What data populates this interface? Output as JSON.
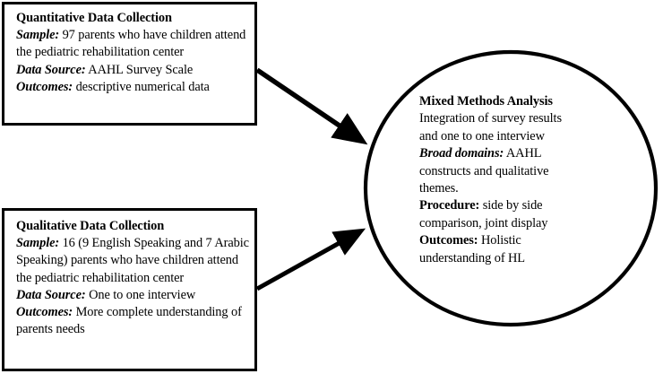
{
  "diagram": {
    "type": "mixed-methods-convergent-design",
    "nodes": {
      "quantitative": {
        "shape": "rectangle",
        "title": "Quantitative Data Collection",
        "rows": [
          {
            "label": "Sample:",
            "label_style": "bold-italic",
            "value": "97 parents who have children attend the pediatric rehabilitation center"
          },
          {
            "label": "Data Source:",
            "label_style": "bold-italic",
            "value": "AAHL Survey Scale"
          },
          {
            "label": "Outcomes:",
            "label_style": "bold-italic",
            "value": "descriptive numerical data"
          }
        ]
      },
      "qualitative": {
        "shape": "rectangle",
        "title": "Qualitative Data Collection",
        "rows": [
          {
            "label": "Sample:",
            "label_style": "bold-italic",
            "value": "16 (9 English Speaking and 7 Arabic Speaking) parents who have children attend the pediatric rehabilitation center"
          },
          {
            "label": "Data Source:",
            "label_style": "bold-italic",
            "value": "One to one interview"
          },
          {
            "label": "Outcomes:",
            "label_style": "bold-italic",
            "value": "More complete understanding of parents needs"
          }
        ]
      },
      "analysis": {
        "shape": "ellipse",
        "title": "Mixed Methods Analysis",
        "intro": "Integration of survey results and one to one interview",
        "rows": [
          {
            "label": "Broad domains:",
            "label_style": "bold-italic",
            "value": "AAHL constructs and qualitative themes."
          },
          {
            "label": "Procedure:",
            "label_style": "bold",
            "value": "side by side comparison, joint display"
          },
          {
            "label": "Outcomes:",
            "label_style": "bold",
            "value": "Holistic understanding of HL"
          }
        ]
      }
    },
    "edges": [
      {
        "id": "quant-to-analysis",
        "from": "quantitative",
        "to": "analysis",
        "label": "",
        "style": "solid-arrow"
      },
      {
        "id": "qual-to-analysis",
        "from": "qualitative",
        "to": "analysis",
        "label": "",
        "style": "solid-arrow"
      }
    ],
    "colors": {
      "stroke": "#000000",
      "fill": "#ffffff",
      "text": "#000000"
    }
  }
}
